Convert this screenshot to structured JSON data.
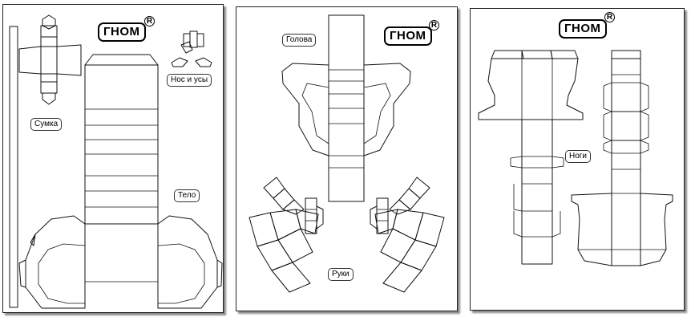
{
  "brand": {
    "name": "ГНОМ",
    "registered_mark": "R"
  },
  "sheets": [
    {
      "parts": {
        "bag": "Сумка",
        "nose_and_mustache": "Нос и усы",
        "body": "Тело"
      }
    },
    {
      "parts": {
        "head": "Голова",
        "arms": "Руки"
      }
    },
    {
      "parts": {
        "legs": "Ноги"
      }
    }
  ]
}
